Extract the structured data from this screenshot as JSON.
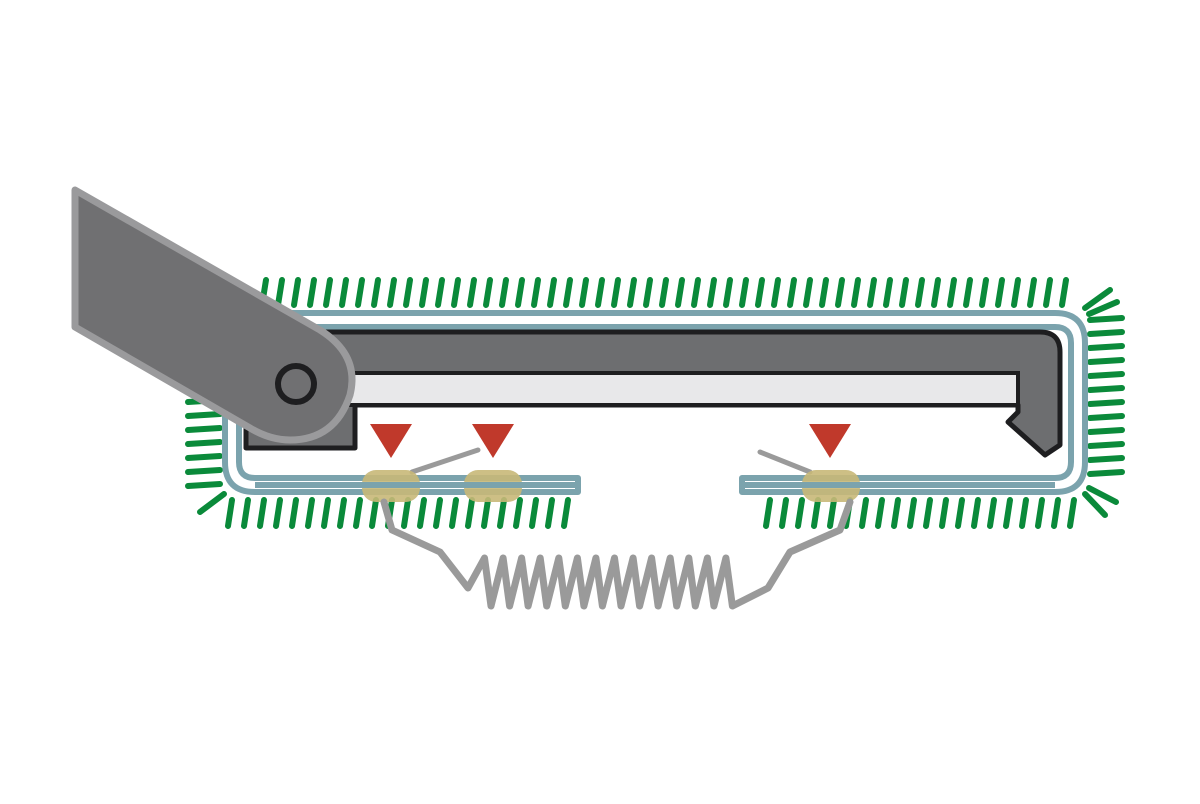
{
  "diagram": {
    "kind": "mechanism-cross-section",
    "labels": []
  },
  "colors": {
    "background": "#ffffff",
    "bristle_green": "#0a8a3a",
    "shell_blue": "#7ba3ad",
    "arm_fill": "#707072",
    "arm_outline": "#9a9a9c",
    "bar_fill": "#6d6e70",
    "bar_outline": "#1e1e20",
    "slot_fill": "#e8e8ea",
    "pivot_ring": "#1e1e20",
    "marker_red": "#c0392b",
    "pad_tan": "#c8b878",
    "wire_gray": "#9a9a9a"
  },
  "markers": {
    "count": 3,
    "icon": "red-down-triangle"
  },
  "contact_pads": {
    "count": 3
  }
}
